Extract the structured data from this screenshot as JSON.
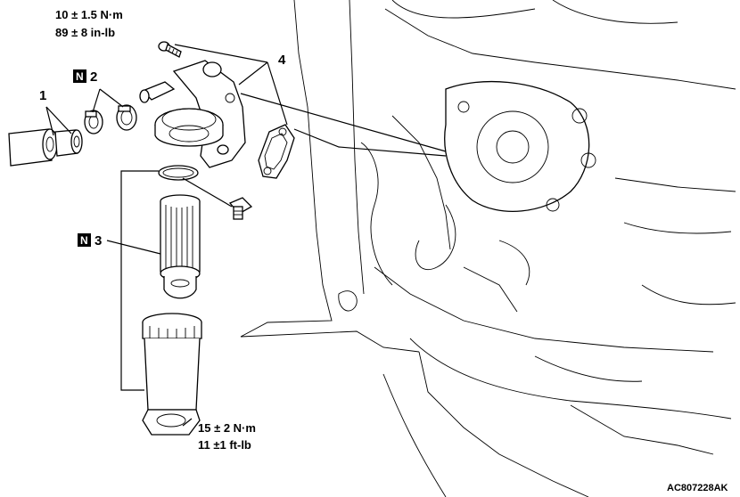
{
  "torque_upper": {
    "line1": "10 ± 1.5 N·m",
    "line2": "89 ± 8 in-lb"
  },
  "torque_lower": {
    "line1": "15 ± 2 N·m",
    "line2": "11 ±1 ft-lb"
  },
  "callouts": {
    "item1": "1",
    "item2": "2",
    "item3": "3",
    "item4": "4"
  },
  "badges": {
    "item2": "N",
    "item3": "N"
  },
  "reference_code": "AC807228AK"
}
